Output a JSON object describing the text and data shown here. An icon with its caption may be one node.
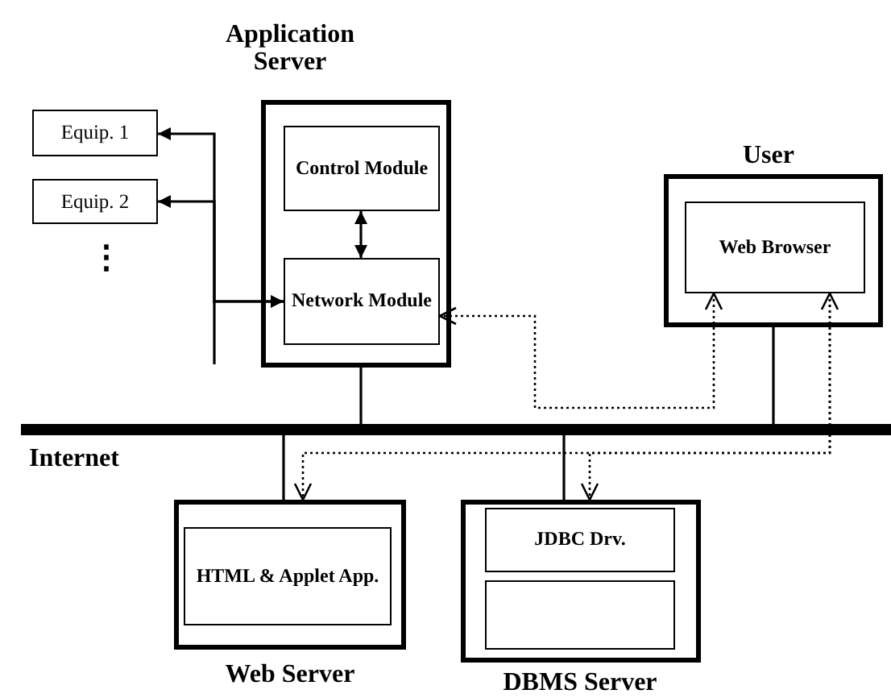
{
  "diagram": {
    "nodes": [
      {
        "text": [
          "Application Server"
        ]
      },
      {
        "text": [
          "Control Module"
        ],
        "in": 0
      },
      {
        "text": [
          "Network Module"
        ],
        "in": 0
      },
      {
        "text": [
          "Equip. 1"
        ]
      },
      {
        "text": [
          "Equip. 2"
        ]
      },
      {
        "text": [
          "User"
        ]
      },
      {
        "text": [
          "Web Browser"
        ],
        "in": 5
      },
      {
        "text": [
          "Internet"
        ]
      },
      {
        "text": [
          "Web Server"
        ]
      },
      {
        "text": [
          "HTML & Applet App."
        ],
        "in": 8
      },
      {
        "text": [
          "DBMS Server"
        ]
      },
      {
        "text": [
          "JDBC Drv."
        ],
        "in": 10
      },
      {
        "text": [],
        "shape": "box",
        "in": 10
      }
    ],
    "edges": [
      {
        "from": 2,
        "to": 3,
        "arrow": "both"
      },
      {
        "from": 2,
        "to": 4,
        "arrow": "to"
      },
      {
        "from": 1,
        "to": 2,
        "arrow": "both"
      },
      {
        "from": 0,
        "to": 7,
        "arrow": "none"
      },
      {
        "from": 5,
        "to": 7,
        "arrow": "none"
      },
      {
        "from": 7,
        "to": 8,
        "arrow": "none"
      },
      {
        "from": 7,
        "to": 10,
        "arrow": "none"
      },
      {
        "from": 6,
        "to": 2,
        "arrow": "both",
        "style": "dashed"
      },
      {
        "from": 6,
        "to": 8,
        "arrow": "both",
        "style": "dashed"
      },
      {
        "from": 6,
        "to": 10,
        "arrow": "to",
        "style": "dashed"
      }
    ],
    "labels": [
      "⋮"
    ]
  }
}
